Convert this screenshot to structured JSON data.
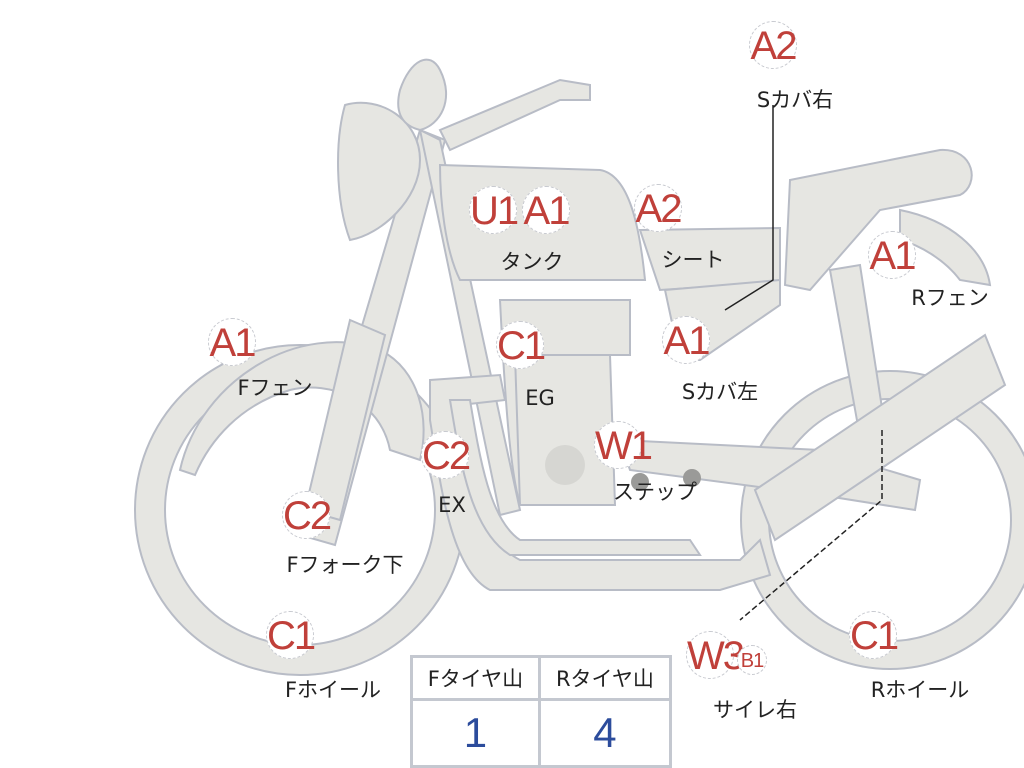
{
  "colors": {
    "body_fill": "#e6e6e2",
    "outline": "#b8bcc6",
    "grade_text": "#c0403a",
    "value_text": "#2c4c9c"
  },
  "parts": [
    {
      "grades": [
        "A2"
      ],
      "label": "Sカバ右"
    },
    {
      "grades": [
        "U1",
        "A1"
      ],
      "label": "タンク"
    },
    {
      "grades": [
        "A2"
      ],
      "label": "シート"
    },
    {
      "grades": [
        "A1"
      ],
      "label": "Rフェン"
    },
    {
      "grades": [
        "A1"
      ],
      "label": "Fフェン"
    },
    {
      "grades": [
        "C1"
      ],
      "label": "EG"
    },
    {
      "grades": [
        "A1"
      ],
      "label": "Sカバ左"
    },
    {
      "grades": [
        "C2"
      ],
      "label": "EX"
    },
    {
      "grades": [
        "W1"
      ],
      "label": "ステップ"
    },
    {
      "grades": [
        "C2"
      ],
      "label": "Fフォーク下"
    },
    {
      "grades": [
        "C1"
      ],
      "label": "Fホイール"
    },
    {
      "grades": [
        "W3",
        "B1"
      ],
      "label": "サイレ右"
    },
    {
      "grades": [
        "C1"
      ],
      "label": "Rホイール"
    }
  ],
  "tire_table": {
    "headers": [
      "Fタイヤ山",
      "Rタイヤ山"
    ],
    "values": [
      "1",
      "4"
    ]
  }
}
